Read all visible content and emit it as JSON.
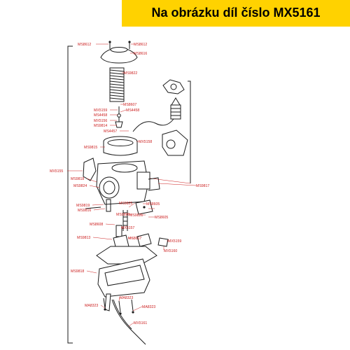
{
  "banner": {
    "text": "Na obrázku díl číslo MX5161",
    "color": "#ffd200"
  },
  "label_color": "#cc1f1f",
  "labels": [
    "MS8612",
    "MS8612",
    "MS8616",
    "MS9822",
    "MS8607",
    "MX5159",
    "MS4458",
    "MS4458",
    "MX5156",
    "MS9814",
    "MS4457",
    "MX5158",
    "MS9815",
    "MX5155",
    "MS9818",
    "MS9824",
    "MS9817",
    "MS9819",
    "MS9816",
    "MS9825",
    "MS8605",
    "MS9820",
    "MS9821",
    "MS8605",
    "MS8608",
    "MX5157",
    "MS9813",
    "MS8617",
    "MX5159",
    "MX5160",
    "MS9818",
    "MA8323",
    "MA8323",
    "MA8323",
    "MX5161"
  ]
}
